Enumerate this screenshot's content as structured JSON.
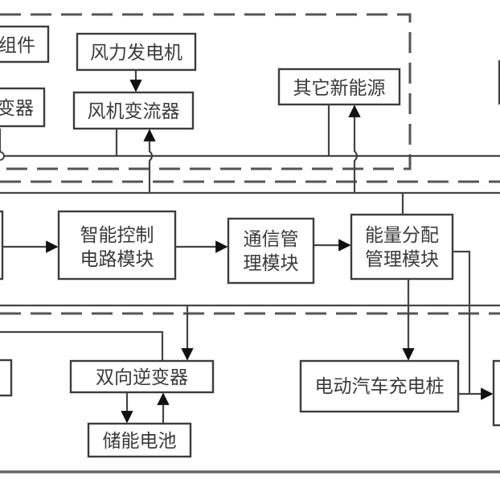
{
  "diagram": {
    "title": "",
    "nodes": {
      "pv_module": {
        "label": "组件"
      },
      "pv_inverter": {
        "label": "变器"
      },
      "wind_generator": {
        "label": "风力发电机"
      },
      "wind_converter": {
        "label": "风机变流器"
      },
      "other_new_energy": {
        "label": "其它新能源"
      },
      "smart_control": {
        "label_line1": "智能控制",
        "label_line2": "电路模块"
      },
      "comm_management": {
        "label_line1": "通信管",
        "label_line2": "理模块"
      },
      "energy_distribution": {
        "label_line1": "能量分配",
        "label_line2": "管理模块"
      },
      "bidirectional_inverter": {
        "label": "双向逆变器"
      },
      "storage_battery": {
        "label": "储能电池"
      },
      "ev_charging_pile": {
        "label": "电动汽车充电桩"
      }
    },
    "edges": [
      {
        "from": "wind_generator",
        "to": "wind_converter",
        "type": "arrow"
      },
      {
        "from": "smart_control",
        "to": "comm_management",
        "type": "arrow"
      },
      {
        "from": "comm_management",
        "to": "energy_distribution",
        "type": "arrow"
      },
      {
        "from": "energy_distribution",
        "to": "ev_charging_pile",
        "type": "arrow"
      },
      {
        "from": "bidirectional_inverter",
        "to": "storage_battery",
        "type": "arrow"
      },
      {
        "from": "storage_battery",
        "to": "bidirectional_inverter",
        "type": "arrow"
      },
      {
        "from": "control_bus",
        "to": "wind_converter",
        "type": "arrow"
      },
      {
        "from": "control_bus",
        "to": "other_new_energy",
        "type": "arrow"
      },
      {
        "from": "control_bus",
        "to": "bidirectional_inverter",
        "type": "arrow"
      },
      {
        "from": "ev_charging_pile",
        "to": "load",
        "type": "arrow"
      }
    ],
    "colors": {
      "line": "#444444",
      "box_border": "#3c3c3c",
      "text": "#3a3a3a",
      "background": "#ffffff"
    }
  }
}
